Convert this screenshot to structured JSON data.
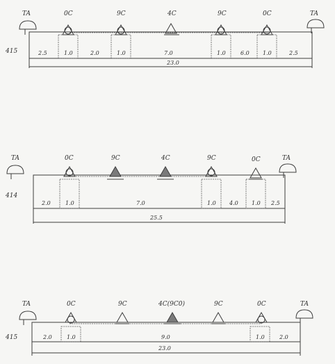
{
  "panels": [
    {
      "id": "top",
      "row_label": "415",
      "end_label_left": "TA",
      "end_label_right": "TA",
      "supports": [
        {
          "label": "0C",
          "filled": false
        },
        {
          "label": "9C",
          "filled": false
        },
        {
          "label": "4C",
          "filled": false
        },
        {
          "label": "9C",
          "filled": false
        },
        {
          "label": "0C",
          "filled": false
        }
      ],
      "segments": [
        "2.5",
        "1.0",
        "2.0",
        "1.0",
        "7.0",
        "1.0",
        "6.0",
        "1.0",
        "2.5"
      ],
      "total": "23.0"
    },
    {
      "id": "middle",
      "row_label": "414",
      "end_label_left": "TA",
      "end_label_right": "TA",
      "supports": [
        {
          "label": "0C",
          "filled": false
        },
        {
          "label": "9C",
          "filled": true
        },
        {
          "label": "4C",
          "filled": true
        },
        {
          "label": "9C",
          "filled": false
        },
        {
          "label": "0C",
          "filled": false
        }
      ],
      "segments": [
        "2.0",
        "1.0",
        "7.0",
        "1.0",
        "4.0",
        "1.0",
        "2.5"
      ],
      "total": "25.5"
    },
    {
      "id": "bottom",
      "row_label": "415",
      "end_label_left": "TA",
      "end_label_right": "TA",
      "supports": [
        {
          "label": "0C",
          "filled": false
        },
        {
          "label": "9C",
          "filled": false
        },
        {
          "label": "4C(9C0)",
          "filled": true
        },
        {
          "label": "9C",
          "filled": false
        },
        {
          "label": "0C",
          "filled": false
        }
      ],
      "segments": [
        "2.0",
        "1.0",
        "9.0",
        "1.0",
        "2.0"
      ],
      "total": "23.0"
    }
  ]
}
